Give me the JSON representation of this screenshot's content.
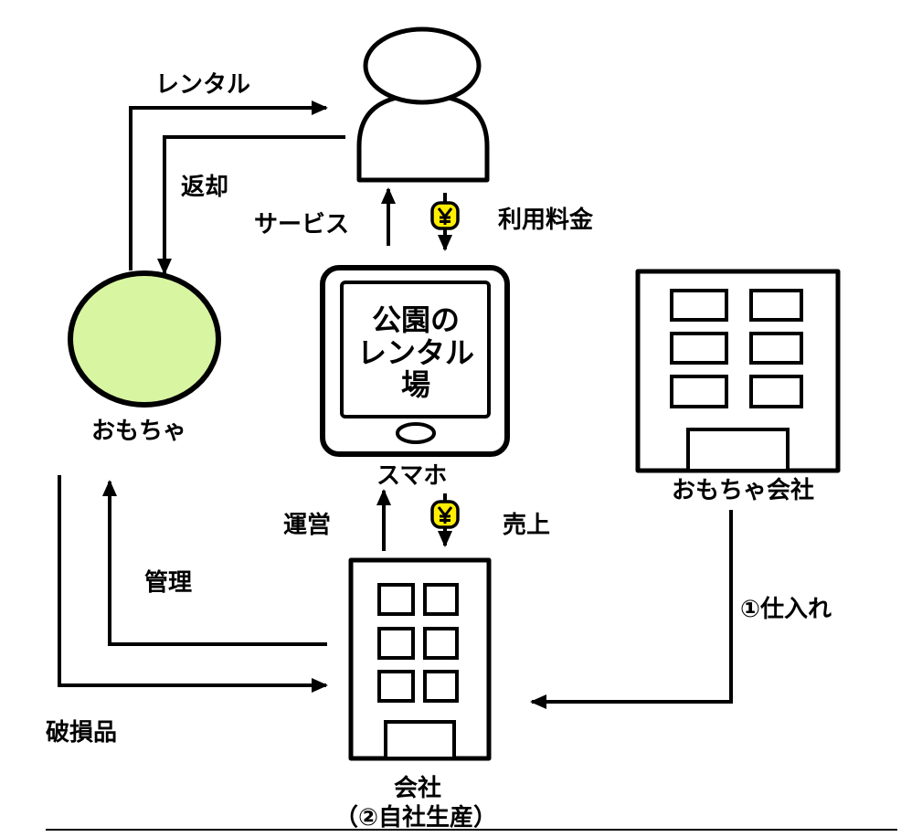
{
  "labels": {
    "rental": "レンタル",
    "return": "返却",
    "service": "サービス",
    "usage_fee": "利用料金",
    "toy": "おもちゃ",
    "smartphone": "スマホ",
    "operation": "運営",
    "sales": "売上",
    "management": "管理",
    "purchase": "①仕入れ",
    "damaged_goods": "破損品",
    "toy_company": "おもちゃ会社",
    "company": "会社",
    "company_note": "（②自社生産）"
  },
  "phone_screen": {
    "lines": [
      "公園の",
      "レンタル",
      "場"
    ]
  },
  "icons": {
    "user": "person-icon",
    "toy": "toy-circle-icon",
    "phone": "smartphone-icon",
    "toy_company": "building-icon",
    "company": "building-icon",
    "money": "yen-coin-icon"
  },
  "colors": {
    "toy_fill": "#d8f5a2",
    "yen_badge": "#ffee00",
    "stroke": "#000000",
    "background": "#ffffff"
  }
}
